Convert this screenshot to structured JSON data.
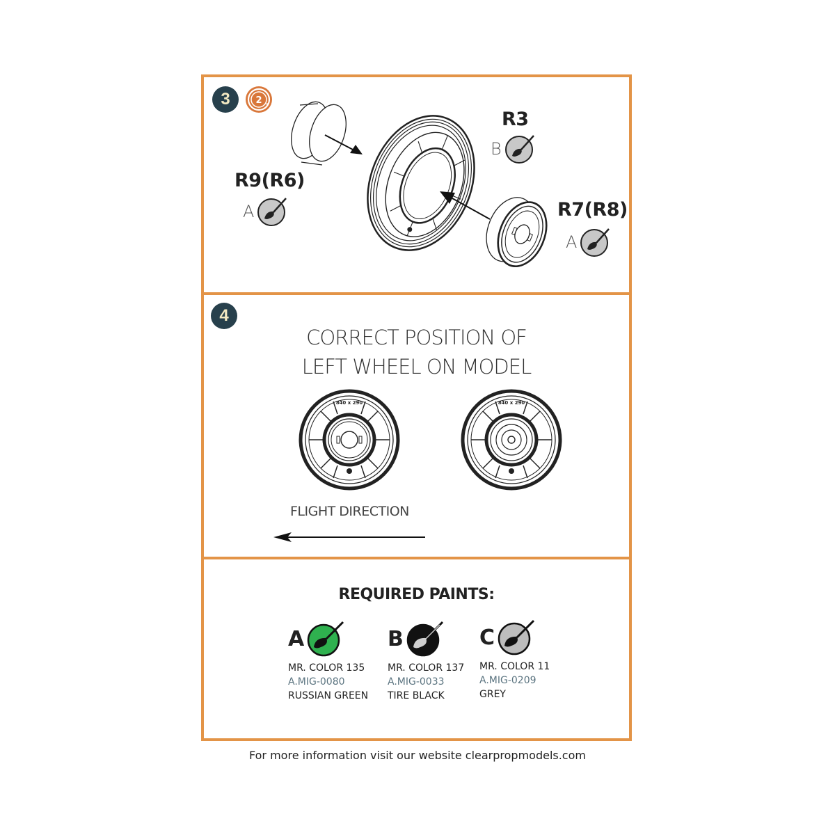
{
  "colors": {
    "frame_border": "#e39447",
    "step_badge": "#27404c",
    "step_badge_text": "#f3e9c2",
    "repeat_badge": "#d9773a",
    "paint_a": "#2fb14f",
    "paint_b": "#111111",
    "paint_c": "#bdbdbd",
    "paint_icon_grey": "#c8c8c8",
    "mig_code": "#5b7480"
  },
  "step3": {
    "step_number": "3",
    "repeat_count": "2",
    "parts": [
      {
        "id": "R9(R6)",
        "paint": "A"
      },
      {
        "id": "R3",
        "paint": "B"
      },
      {
        "id": "R7(R8)",
        "paint": "A"
      }
    ]
  },
  "step4": {
    "step_number": "4",
    "title_line1": "CORRECT POSITION OF",
    "title_line2": "LEFT WHEEL ON MODEL",
    "flight_direction_label": "FLIGHT DIRECTION",
    "tire_marking": "840 x 290"
  },
  "paints": {
    "title": "REQUIRED PAINTS:",
    "items": [
      {
        "letter": "A",
        "mr_color": "MR. COLOR 135",
        "amig": "A.MIG-0080",
        "name": "RUSSIAN GREEN"
      },
      {
        "letter": "B",
        "mr_color": "MR. COLOR 137",
        "amig": "A.MIG-0033",
        "name": "TIRE BLACK"
      },
      {
        "letter": "C",
        "mr_color": "MR. COLOR 11",
        "amig": "A.MIG-0209",
        "name": "GREY"
      }
    ]
  },
  "footer": {
    "text": "For more information visit our website clearpropmodels.com"
  },
  "icons": {
    "paint_brush": "paint-brush-icon",
    "repeat": "repeat-icon",
    "arrow": "arrow-icon"
  }
}
